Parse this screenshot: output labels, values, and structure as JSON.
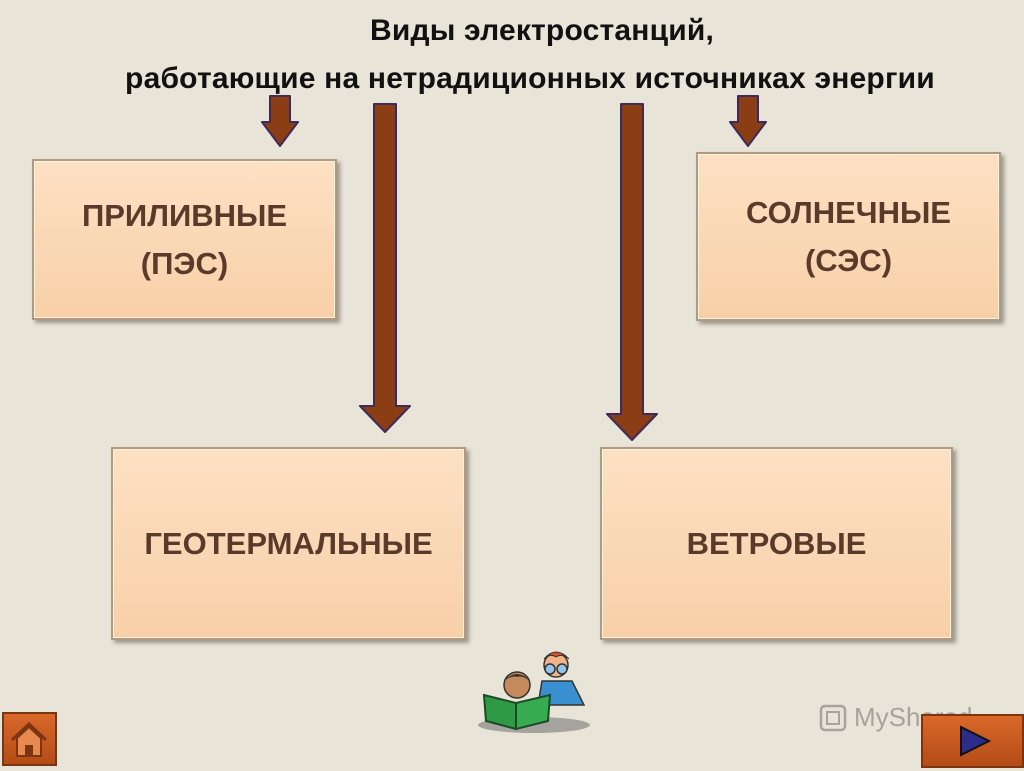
{
  "title": {
    "line1": "Виды электростанций,",
    "line2": "работающие на нетрадиционных источниках энергии"
  },
  "boxes": {
    "tidal": {
      "line1": "ПРИЛИВНЫЕ",
      "line2": "(ПЭС)"
    },
    "solar": {
      "line1": "СОЛНЕЧНЫЕ",
      "line2": "(СЭС)"
    },
    "geothermal": {
      "label": "ГЕОТЕРМАЛЬНЫЕ"
    },
    "wind": {
      "label": "ВЕТРОВЫЕ"
    }
  },
  "watermark": {
    "text": "MyShared"
  },
  "icons": {
    "home": "home-icon",
    "next": "play-arrow-icon",
    "reading": "reading-kids-icon"
  },
  "colors": {
    "arrow": "#8b3d14",
    "box_text": "#5a3a2a",
    "box_fill": "#fad6b2",
    "button": "#c55a20"
  }
}
